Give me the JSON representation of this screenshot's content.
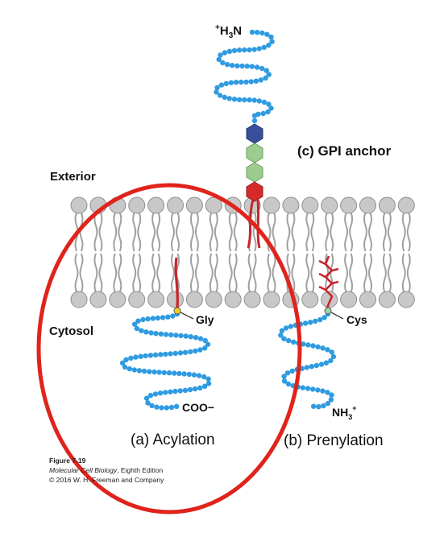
{
  "labels": {
    "exterior": "Exterior",
    "cytosol": "Cytosol",
    "gpi_anchor": "(c) GPI anchor",
    "acylation": "(a) Acylation",
    "prenylation": "(b) Prenylation",
    "gly": "Gly",
    "cys": "Cys",
    "coo": "COO−",
    "nh3": "NH",
    "nh3_sub": "3",
    "nh3_sup": "+",
    "h3n_sup": "+",
    "h3n_pre": "H",
    "h3n_sub": "3",
    "h3n_post": "N"
  },
  "credit": {
    "figure": "Figure 7-19",
    "book_title": "Molecular Cell Biology",
    "edition": ", Eighth Edition",
    "copyright": "© 2016 W. H. Freeman and Company"
  },
  "colors": {
    "protein_bead": "#2f9be0",
    "lipid_chain": "#c8242b",
    "head_group": "#c8c8c8",
    "tail": "#a0a0a0",
    "annotation_circle": "#e0231b",
    "sugar_green": "#9ccc8f",
    "sugar_blue": "#3a4f9c",
    "sugar_red": "#d62a2a",
    "gly_dot": "#f2d21b",
    "cys_dot": "#9fd6a0"
  }
}
